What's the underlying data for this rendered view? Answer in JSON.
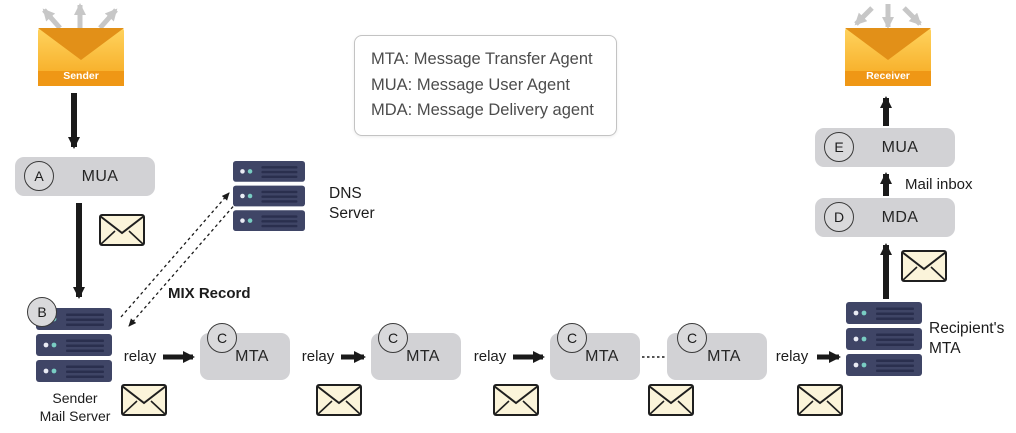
{
  "colors": {
    "box_gray": "#d2d2d5",
    "server_navy": "#3f4566",
    "envelope_orange": "#f5a71d",
    "envelope_flap": "#e29018",
    "envelope_cream": "#fbf4da",
    "arrow_black": "#1a1a1a",
    "arrow_gray": "#c7c7c7"
  },
  "legend": {
    "lines": [
      "MTA: Message Transfer Agent",
      "MUA: Message User Agent",
      "MDA: Message Delivery agent"
    ]
  },
  "endpoints": {
    "sender": {
      "label": "Sender"
    },
    "receiver": {
      "label": "Receiver"
    }
  },
  "nodes": {
    "mua_a": {
      "badge": "A",
      "label": "MUA"
    },
    "mail_server": {
      "badge": "B",
      "caption": "Sender\nMail Server"
    },
    "dns": {
      "caption": "DNS\nServer"
    },
    "mta": {
      "badge": "C",
      "label": "MTA"
    },
    "mda": {
      "badge": "D",
      "label": "MDA"
    },
    "mua_e": {
      "badge": "E",
      "label": "MUA"
    },
    "recipient_mta": {
      "caption": "Recipient's\nMTA"
    }
  },
  "labels": {
    "relay": "relay",
    "mix_record": "MIX Record",
    "mail_inbox": "Mail inbox"
  },
  "icons": {
    "mail-envelope-icon": "✉",
    "server-icon": "stacked-rack",
    "outgoing-arrows-icon": "↖↑↗",
    "incoming-arrows-icon": "↙↓↘"
  }
}
